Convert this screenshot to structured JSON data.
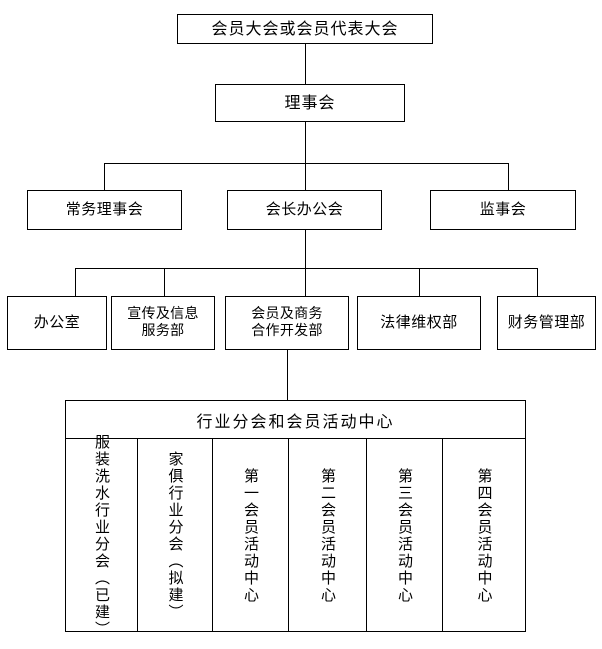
{
  "diagram": {
    "type": "organization-chart",
    "language": "zh-CN",
    "background_color": "#ffffff",
    "line_color": "#000000",
    "text_color": "#000000"
  },
  "level1": {
    "assembly": "会员大会或会员代表大会"
  },
  "level2": {
    "board": "理事会"
  },
  "level3": {
    "nodes": [
      {
        "label": "常务理事会"
      },
      {
        "label": "会长办公会"
      },
      {
        "label": "监事会"
      }
    ]
  },
  "level4": {
    "nodes": [
      {
        "label": "办公室"
      },
      {
        "label": "宣传及信息\n服务部"
      },
      {
        "label": "会员及商务\n合作开发部"
      },
      {
        "label": "法律维权部"
      },
      {
        "label": "财务管理部"
      }
    ]
  },
  "level5": {
    "header": "行业分会和会员活动中心",
    "columns": [
      {
        "label": "服装洗水行业分会（已建）"
      },
      {
        "label": "家俱行业分会（拟建）"
      },
      {
        "label": "第一会员活动中心"
      },
      {
        "label": "第二会员活动中心"
      },
      {
        "label": "第三会员活动中心"
      },
      {
        "label": "第四会员活动中心"
      }
    ]
  }
}
